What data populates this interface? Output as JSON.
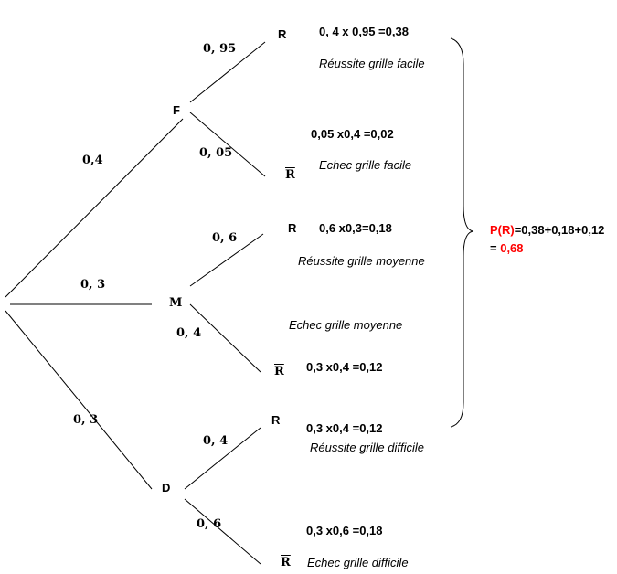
{
  "nodes": {
    "F": "F",
    "M": "M",
    "D": "D",
    "R": "R",
    "Rbar": "R"
  },
  "branches": {
    "root_F": "0,4",
    "root_M": "0, 3",
    "root_D": "0, 3",
    "F_R": "0, 95",
    "F_Rbar": "0, 05",
    "M_R": "0, 6",
    "M_Rbar": "0, 4",
    "D_R": "0, 4",
    "D_Rbar": "0, 6"
  },
  "calcs": {
    "FR": "0, 4 x 0,95 =0,38",
    "FRbar": "0,05 x0,4 =0,02",
    "MR": "0,6 x0,3=0,18",
    "MRbar": "0,3 x0,4 =0,12",
    "DR": "0,3 x0,4 =0,12",
    "DRbar": "0,3 x0,6 =0,18"
  },
  "descriptions": {
    "FR": "Réussite grille facile",
    "FRbar": "Echec grille facile",
    "MR": "Réussite grille moyenne",
    "MRbar": "Echec grille moyenne",
    "DR": "Réussite grille difficile",
    "DRbar": "Echec grille difficile"
  },
  "result": {
    "label": "P(R)",
    "sum": "=0,38+0,18+0,12",
    "eq": "= ",
    "value": "0,68"
  },
  "colors": {
    "highlight": "#ff0000"
  }
}
